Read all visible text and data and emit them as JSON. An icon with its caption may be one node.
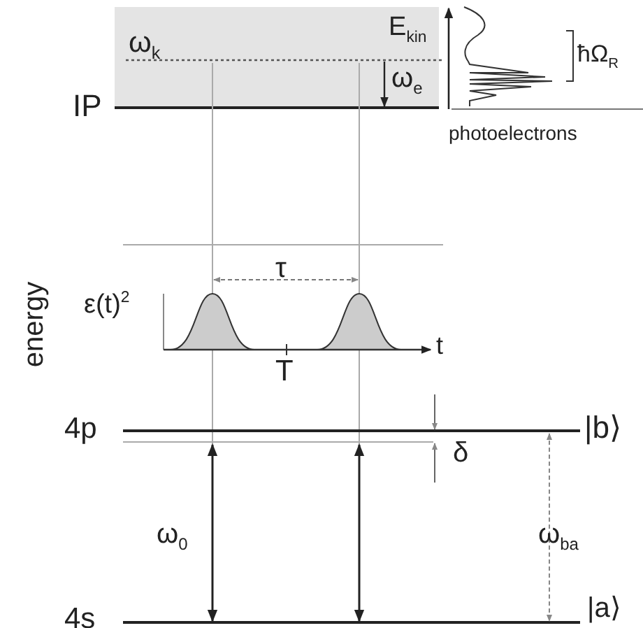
{
  "diagram": {
    "labels": [
      "E$_{kin}$",
      "ω$_{k}$",
      "ħΩ$_{R}$",
      "ω$_{e}$",
      "IP",
      "photoelectrons",
      "τ",
      "ε(t)$^{2}$",
      "t",
      "energy",
      "T",
      "4p",
      "|b⟩",
      "δ",
      "ω$_{0}$",
      "ω$_{ba}$",
      "4s",
      "|a⟩"
    ]
  }
}
